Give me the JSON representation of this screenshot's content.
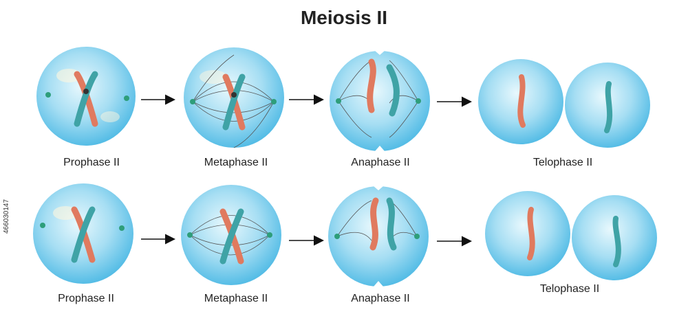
{
  "title": "Meiosis II",
  "rows": [
    {
      "stages": [
        {
          "label": "Prophase II"
        },
        {
          "label": "Metaphase II"
        },
        {
          "label": "Anaphase II"
        },
        {
          "label": "Telophase II"
        }
      ]
    },
    {
      "stages": [
        {
          "label": "Prophase II"
        },
        {
          "label": "Metaphase II"
        },
        {
          "label": "Anaphase II"
        },
        {
          "label": "Telophase II"
        }
      ]
    }
  ],
  "stock_id": "466030147",
  "colors": {
    "cell_light": "#d9f2fb",
    "cell_mid": "#8fd3ef",
    "cell_dark": "#4fb8e4",
    "chromatid_orange": "#e07a5f",
    "chromatid_teal": "#3fa3a6",
    "centriole": "#2e9e7a",
    "spindle": "#555555",
    "arrow": "#111111"
  }
}
